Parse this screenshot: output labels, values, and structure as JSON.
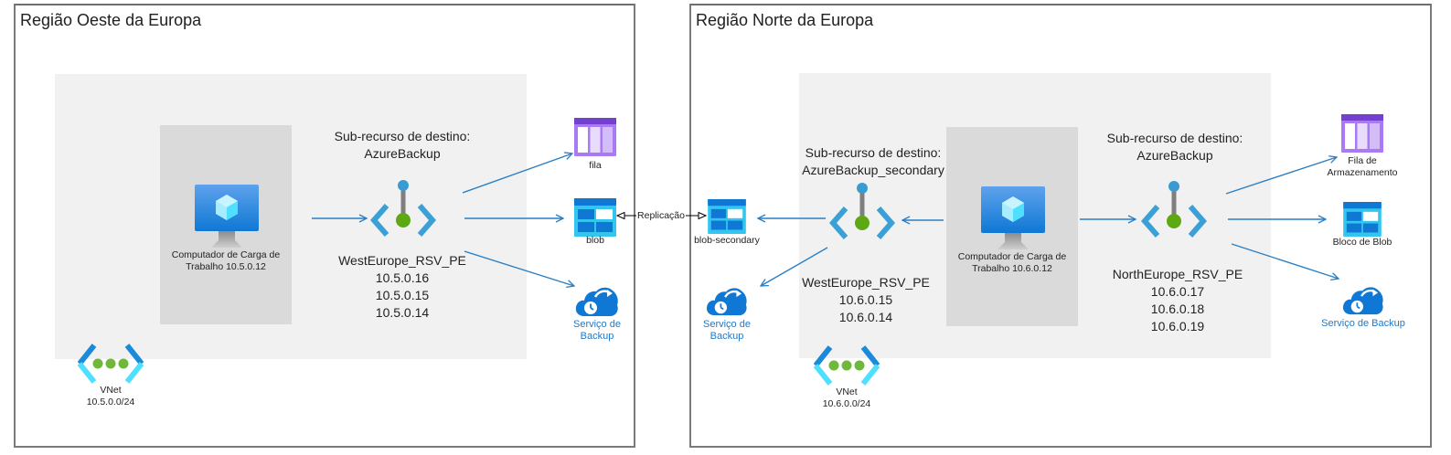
{
  "diagram": {
    "connector_label": "Replicação",
    "colors": {
      "arrow": "#2a7fc5",
      "region_border": "#777777",
      "vnet_background": "#f1f1f1",
      "vm_background": "#dadada",
      "service_label": "#1f79c8",
      "queue_purple": "#9b6ff0",
      "blob_cyan": "#33c8ef",
      "endpoint_blue": "#3aa0d6",
      "endpoint_green": "#5ea814"
    },
    "west": {
      "title": "Região Oeste da Europa",
      "vm": {
        "label_line1": "Computador de Carga de",
        "label_line2": "Trabalho 10.5.0.12",
        "icon": "virtual-machine-icon"
      },
      "endpoint": {
        "subresource_line1": "Sub-recurso de destino:",
        "subresource_line2": "AzureBackup",
        "name": "WestEurope_RSV_PE",
        "ips": [
          "10.5.0.16",
          "10.5.0.15",
          "10.5.0.14"
        ],
        "icon": "private-endpoint-icon"
      },
      "targets": {
        "queue": {
          "label": "fila",
          "icon": "storage-queue-icon"
        },
        "blob": {
          "label": "blob",
          "icon": "blob-storage-icon"
        },
        "backup": {
          "label_line1": "Serviço de",
          "label_line2": "Backup",
          "icon": "backup-service-icon"
        }
      },
      "vnet": {
        "label": "VNet",
        "cidr": "10.5.0.0/24",
        "icon": "vnet-icon"
      }
    },
    "north": {
      "title": "Região Norte da Europa",
      "blob_secondary": {
        "label": "blob-secondary",
        "icon": "blob-storage-icon"
      },
      "backup_secondary": {
        "label_line1": "Serviço de",
        "label_line2": "Backup",
        "icon": "backup-service-icon"
      },
      "secondary_endpoint": {
        "subresource_line1": "Sub-recurso de destino:",
        "subresource_line2": "AzureBackup_secondary",
        "name": "WestEurope_RSV_PE",
        "ips": [
          "10.6.0.15",
          "10.6.0.14"
        ],
        "icon": "private-endpoint-icon"
      },
      "vm": {
        "label_line1": "Computador de Carga de",
        "label_line2": "Trabalho 10.6.0.12",
        "icon": "virtual-machine-icon"
      },
      "endpoint": {
        "subresource_line1": "Sub-recurso de destino:",
        "subresource_line2": "AzureBackup",
        "name": "NorthEurope_RSV_PE",
        "ips": [
          "10.6.0.17",
          "10.6.0.18",
          "10.6.0.19"
        ],
        "icon": "private-endpoint-icon"
      },
      "targets": {
        "queue": {
          "label_line1": "Fila de",
          "label_line2": "Armazenamento",
          "icon": "storage-queue-icon"
        },
        "blob": {
          "label": "Bloco de Blob",
          "icon": "blob-storage-icon"
        },
        "backup": {
          "label": "Serviço de Backup",
          "icon": "backup-service-icon"
        }
      },
      "vnet": {
        "label": "VNet",
        "cidr": "10.6.0.0/24",
        "icon": "vnet-icon"
      }
    }
  }
}
